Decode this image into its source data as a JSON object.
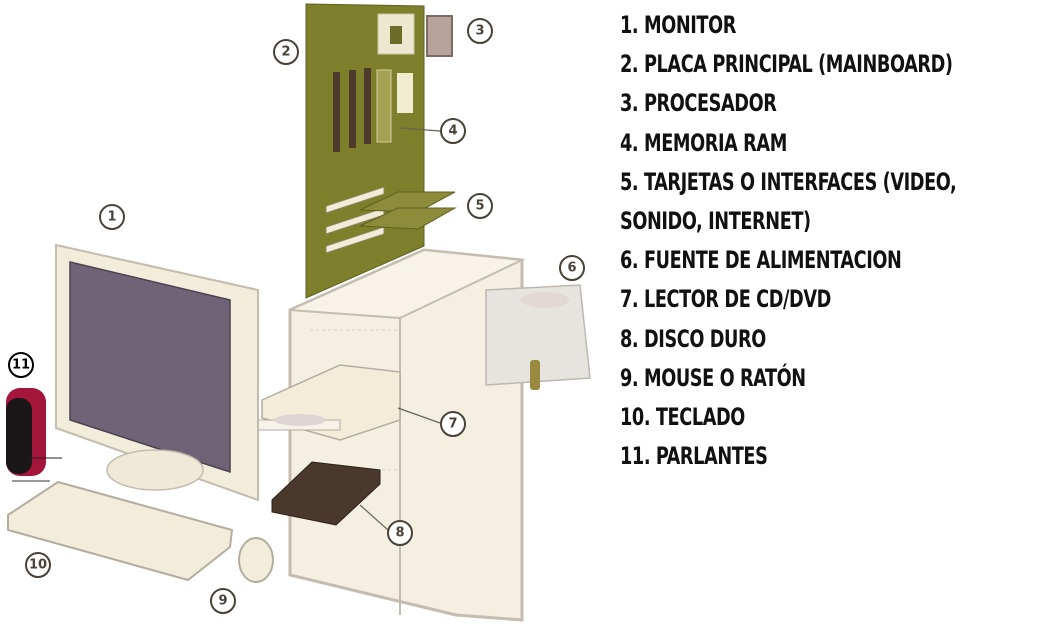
{
  "legend": {
    "items": [
      {
        "number": "1.",
        "label": "MONITOR",
        "text": " 1. MONITOR"
      },
      {
        "number": "2.",
        "label": "PLACA PRINCIPAL (MAINBOARD)",
        "text": "2. PLACA PRINCIPAL (MAINBOARD)"
      },
      {
        "number": "3.",
        "label": "PROCESADOR",
        "text": "3. PROCESADOR"
      },
      {
        "number": "4.",
        "label": "MEMORIA RAM",
        "text": "4. MEMORIA RAM"
      },
      {
        "number": "5.",
        "label": "TARJETAS O INTERFACES (VIDEO, SONIDO, INTERNET)",
        "text": "5. TARJETAS O INTERFACES (VIDEO,",
        "text_cont": "SONIDO, INTERNET)"
      },
      {
        "number": "6.",
        "label": "FUENTE DE ALIMENTACION",
        "text": "6. FUENTE DE ALIMENTACION"
      },
      {
        "number": "7.",
        "label": "LECTOR DE CD/DVD",
        "text": "7. LECTOR DE CD/DVD"
      },
      {
        "number": "8.",
        "label": "DISCO DURO",
        "text": "8. DISCO DURO"
      },
      {
        "number": "9.",
        "label": "MOUSE O RATÓN",
        "text": "9. MOUSE O RATÓN"
      },
      {
        "number": "10.",
        "label": "TECLADO",
        "text": "10. TECLADO"
      },
      {
        "number": "11.",
        "label": "PARLANTES",
        "text": "11.  PARLANTES"
      }
    ]
  },
  "callouts": {
    "c1": "1",
    "c2": "2",
    "c3": "3",
    "c4": "4",
    "c5": "5",
    "c6": "6",
    "c7": "7",
    "c8": "8",
    "c9": "9",
    "c10": "10",
    "c11": "11"
  },
  "colors": {
    "mainboard": "#7d7f2a",
    "case": "#f4efe0",
    "monitor_screen": "#6e6478",
    "hard_drive": "#4a382c",
    "speaker_red": "#a3153a",
    "outline": "#b5aca0"
  }
}
